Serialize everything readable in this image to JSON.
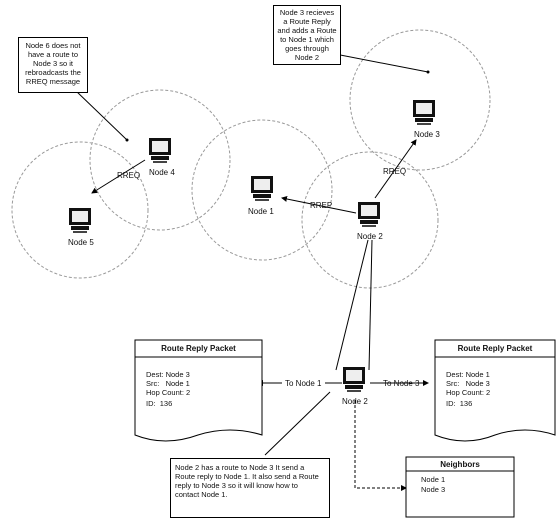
{
  "notes": {
    "node6": [
      "Node 6 does not",
      "have a route to",
      "Node 3 so it",
      "rebroadcasts the",
      "RREQ message"
    ],
    "node3": [
      "Node 3 recieves",
      "a Route Reply",
      "and adds a Route",
      "to Node 1 which",
      "goes through",
      "Node 2"
    ],
    "node2": [
      "Node 2 has a route to Node 3 It send a",
      "Route reply to Node 1. It also send a Route",
      "reply to Node 3 so it will know how to",
      "contact Node 1."
    ]
  },
  "nodes": {
    "node1": "Node 1",
    "node2": "Node 2",
    "node3": "Node 3",
    "node4": "Node 4",
    "node5": "Node 5",
    "node2b": "Node 2"
  },
  "edge_labels": {
    "rreq_left": "RREQ",
    "rreq_right": "RREQ",
    "rrep": "RREP",
    "to_node1": "To Node 1",
    "to_node3": "To Node 3"
  },
  "packet_left": {
    "title": "Route Reply Packet",
    "lines": [
      "Dest: Node 3",
      "Src:   Node 1",
      "Hop Count: 2",
      "ID:  136"
    ]
  },
  "packet_right": {
    "title": "Route Reply Packet",
    "lines": [
      "Dest: Node 1",
      "Src:   Node 3",
      "Hop Count: 2",
      "ID:  136"
    ]
  },
  "neighbors": {
    "title": "Neighbors",
    "items": [
      "Node 1",
      "Node 3"
    ]
  }
}
